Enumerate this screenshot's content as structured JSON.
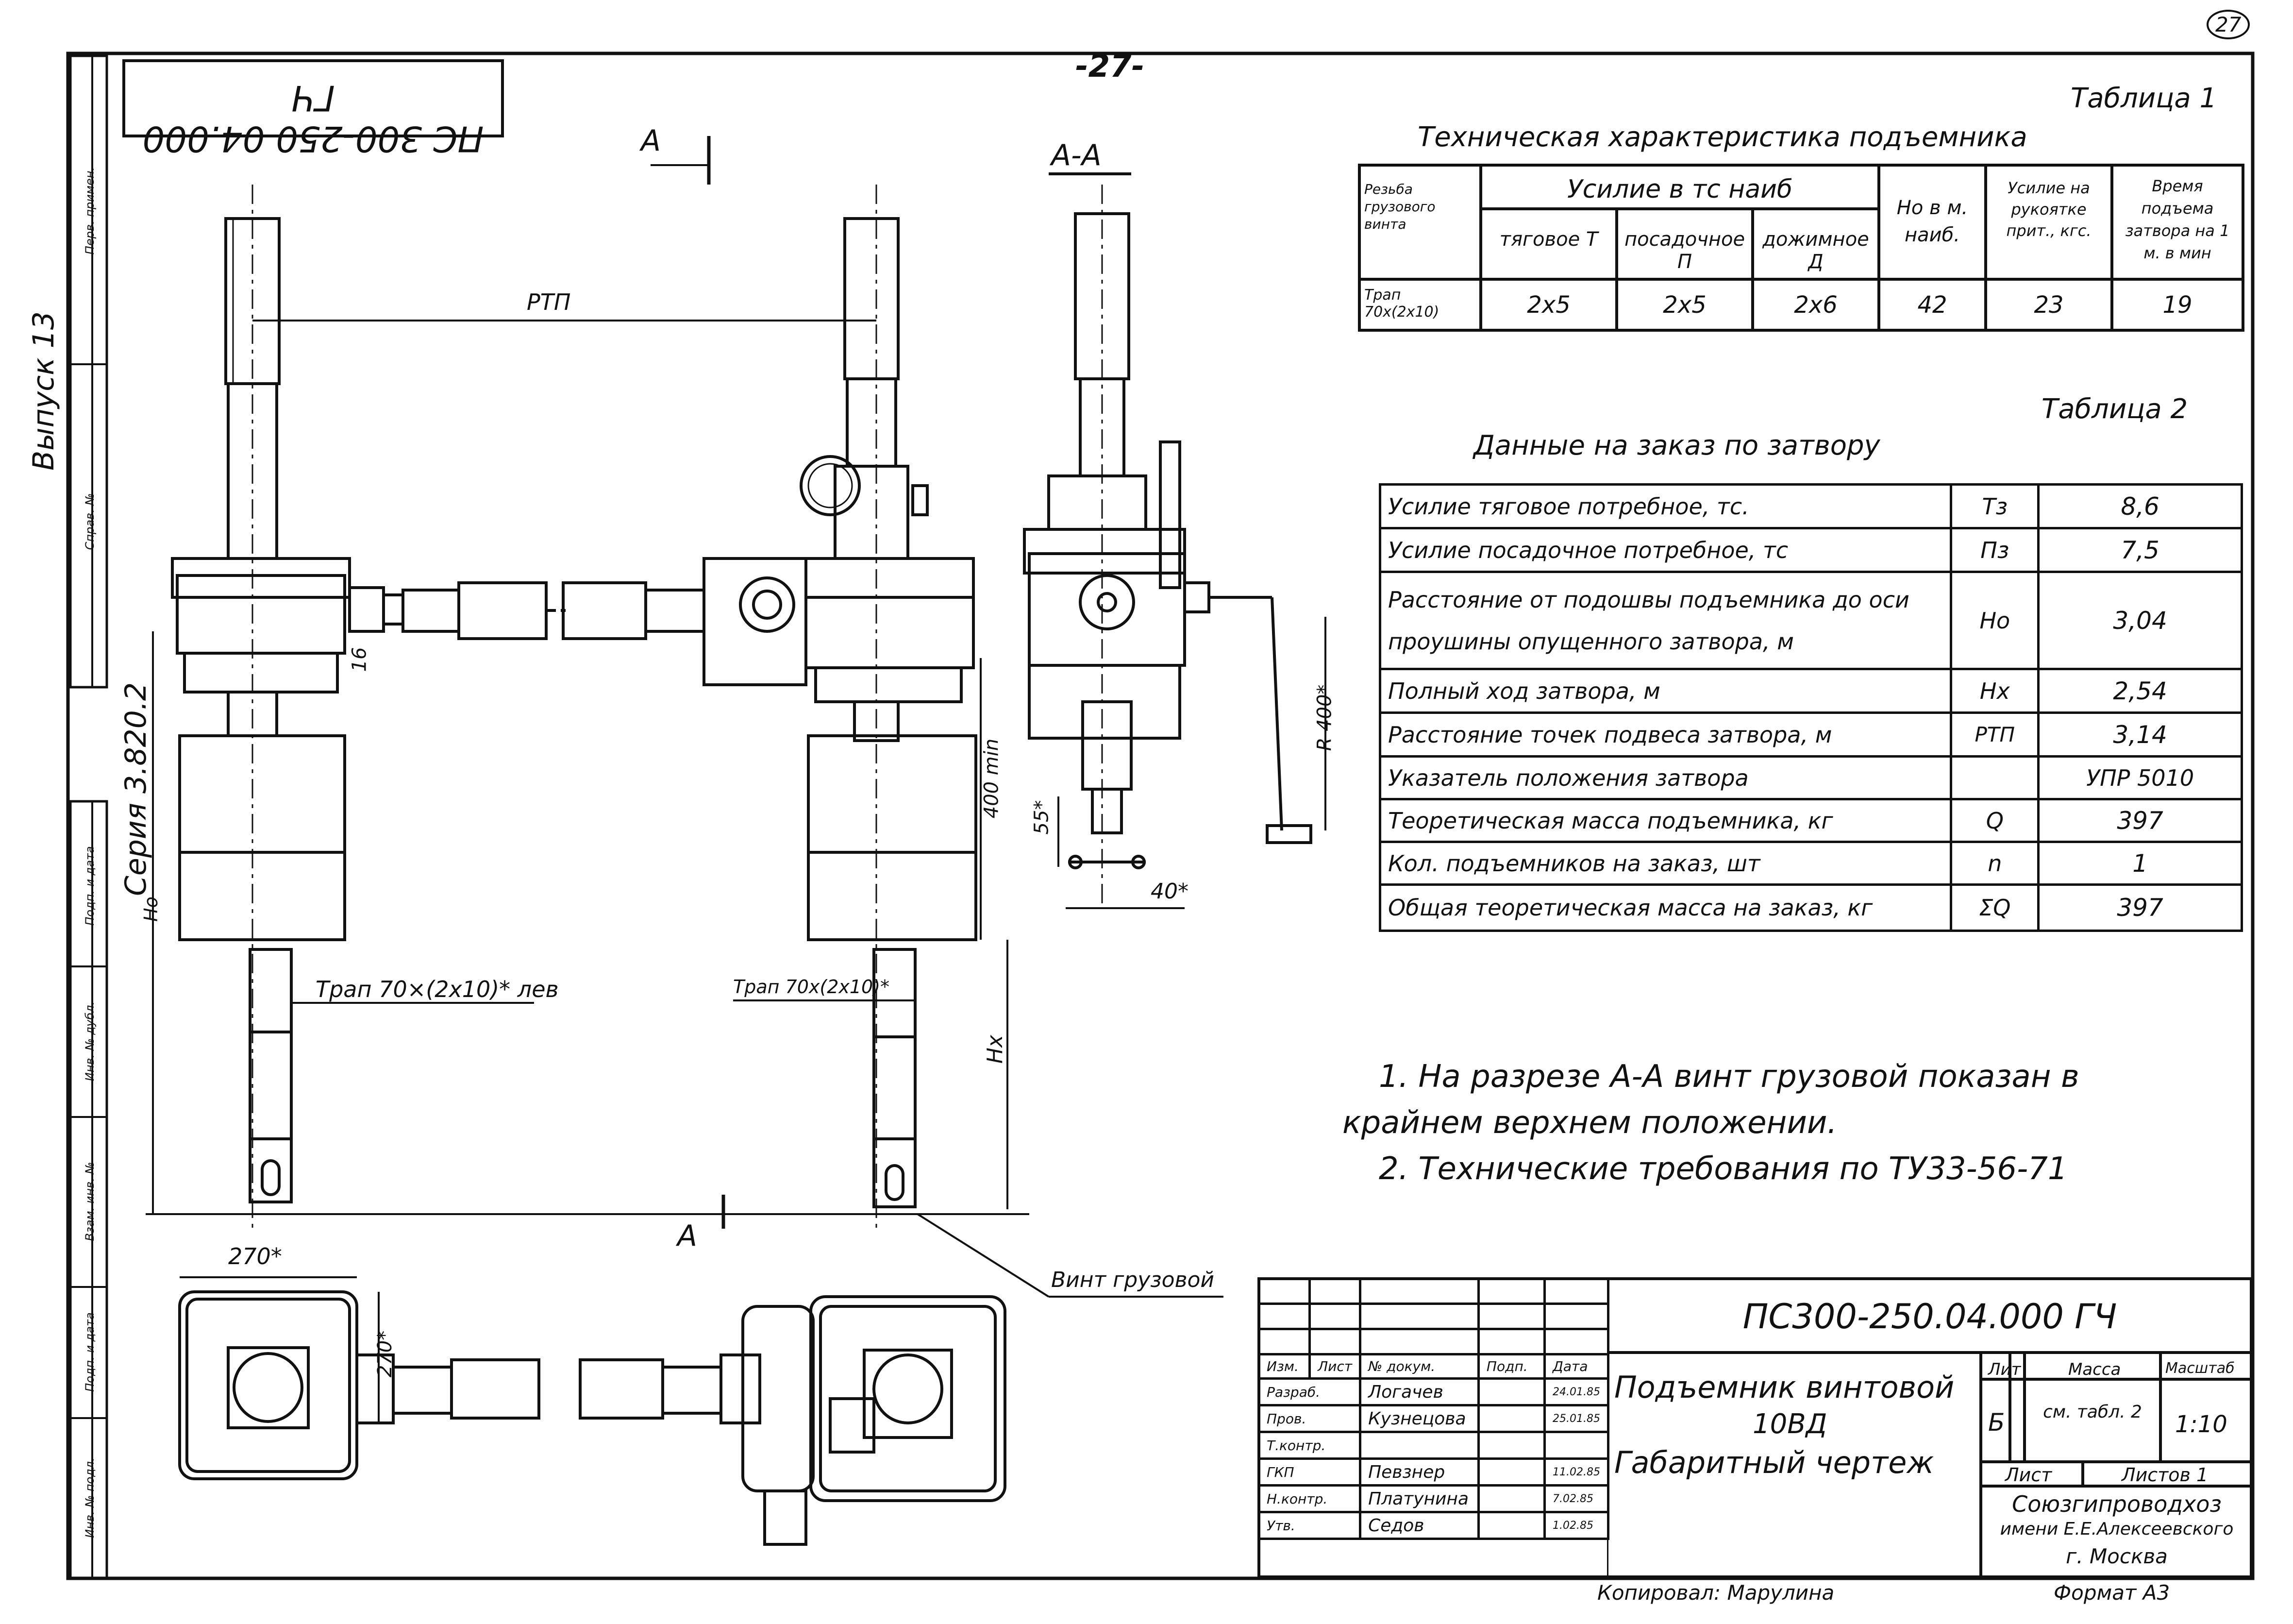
{
  "page_number": "-27-",
  "corner_mark": "27",
  "doc_code_rotated": "ПС 300-250 04.000 ГЧ",
  "left_margin": {
    "series": "Серия 3.820.2",
    "issue": "Выпуск 13",
    "perv_primen": "Перв. примен.",
    "sprav_no": "Справ. №",
    "podp_data": "Подп. и дата",
    "inv_no": "Инв. № дубл.",
    "vzam_inv": "Взам. инв. №",
    "podp_data2": "Подп. и дата",
    "inv_podl": "Инв. № подл."
  },
  "section_labels": {
    "a1": "А",
    "a2": "А",
    "aa": "А-А"
  },
  "dimensions": {
    "rtp": "РТП",
    "d16": "16",
    "ho": "Но",
    "d400min": "400 min",
    "d55": "55*",
    "d40": "40*",
    "r400": "R 400*",
    "hx": "Нх",
    "d270h": "270*",
    "d270v": "270*"
  },
  "callouts": {
    "trap_left": "Трап 70×(2х10)* лев",
    "trap_right": "Трап 70х(2х10)*",
    "screw": "Винт грузовой"
  },
  "table1": {
    "caption": "Таблица 1",
    "title": "Техническая характеристика подъемника",
    "col_rezba": "Резьба грузового винта",
    "col_usilie": "Усилие в тс наиб",
    "col_tyag": "тяговое Т",
    "col_posad": "посадочное П",
    "col_dozhim": "дожимное Д",
    "col_ho": "Но в м. наиб.",
    "col_ruk": "Усилие на рукоятке прит., кгс.",
    "col_time": "Время подъема затвора на 1 м. в мин",
    "row": {
      "rezba": "Трап 70х(2х10)",
      "tyag": "2х5",
      "posad": "2х5",
      "dozhim": "2х6",
      "ho": "42",
      "ruk": "23",
      "time": "19"
    }
  },
  "table2": {
    "caption": "Таблица 2",
    "title": "Данные на заказ по затвору",
    "rows": [
      {
        "name": "Усилие тяговое потребное, тс.",
        "sym": "Тз",
        "val": "8,6"
      },
      {
        "name": "Усилие посадочное потребное, тс",
        "sym": "Пз",
        "val": "7,5"
      },
      {
        "name": "Расстояние от подошвы подъемника до оси проушины опущенного затвора, м",
        "sym": "Но",
        "val": "3,04"
      },
      {
        "name": "Полный ход затвора, м",
        "sym": "Нх",
        "val": "2,54"
      },
      {
        "name": "Расстояние точек подвеса затвора, м",
        "sym": "РТП",
        "val": "3,14"
      },
      {
        "name": "Указатель положения затвора",
        "sym": "",
        "val": "УПР 5010"
      },
      {
        "name": "Теоретическая масса подъемника, кг",
        "sym": "Q",
        "val": "397"
      },
      {
        "name": "Кол. подъемников на заказ, шт",
        "sym": "n",
        "val": "1"
      },
      {
        "name": "Общая теоретическая масса на заказ, кг",
        "sym": "ΣQ",
        "val": "397"
      }
    ]
  },
  "notes": {
    "n1a": "1. На разрезе А-А винт грузовой показан в",
    "n1b": "крайнем верхнем положении.",
    "n2": "2. Технические требования по ТУ33-56-71"
  },
  "stamp": {
    "doc_code": "ПС300-250.04.000 ГЧ",
    "title1": "Подъемник винтовой",
    "title2": "10ВД",
    "title3": "Габаритный чертеж",
    "h_izm": "Изм.",
    "h_list": "Лист",
    "h_doc": "№ докум.",
    "h_podp": "Подп.",
    "h_data": "Дата",
    "roles": [
      {
        "role": "Разраб.",
        "name": "Логачев",
        "date": "24.01.85"
      },
      {
        "role": "Пров.",
        "name": "Кузнецова",
        "date": "25.01.85"
      },
      {
        "role": "Т.контр.",
        "name": "",
        "date": ""
      },
      {
        "role": "ГКП",
        "name": "Певзнер",
        "date": "11.02.85"
      },
      {
        "role": "Н.контр.",
        "name": "Платунина",
        "date": "7.02.85"
      },
      {
        "role": "Утв.",
        "name": "Седов",
        "date": "1.02.85"
      }
    ],
    "lit_label": "Лит",
    "mass_label": "Масса",
    "scale_label": "Масштаб",
    "lit": "Б",
    "mass": "см. табл. 2",
    "scale": "1:10",
    "sheet_label": "Лист",
    "sheets_label": "Листов 1",
    "org1": "Союзгипроводхоз",
    "org2": "имени Е.Е.Алексеевского",
    "org3": "г. Москва",
    "copied": "Копировал: Марулина",
    "format": "Формат А3"
  }
}
